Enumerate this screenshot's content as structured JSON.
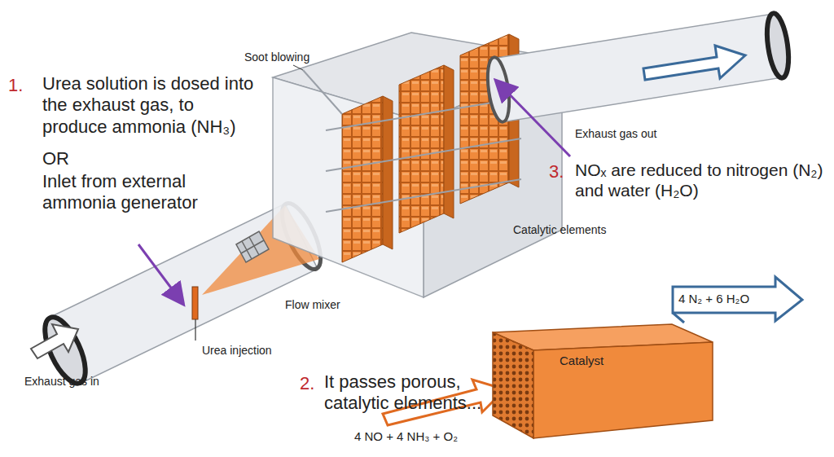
{
  "diagram": {
    "nodes": [
      {
        "text": [
          "Catalyst"
        ]
      }
    ],
    "labels": [
      "1.",
      "Urea solution is dosed into the exhaust gas, to produce ammonia (NH₃)",
      "OR",
      "Inlet from external ammonia generator",
      "Soot blowing",
      "Exhaust gas out",
      "3.",
      "NOₓ are reduced to nitrogen (N₂) and water (H₂O)",
      "Catalytic elements",
      "Flow mixer",
      "Urea injection",
      "Exhaust gas in",
      "2.",
      "It passes porous, catalytic elements...",
      "4 N₂ + 6 H₂O",
      "4 NO + 4 NH₃ + O₂"
    ]
  }
}
